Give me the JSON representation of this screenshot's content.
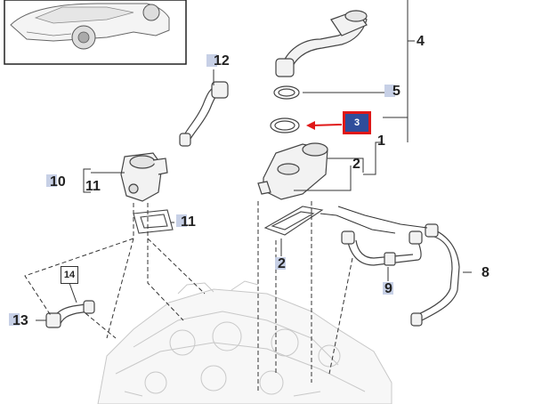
{
  "callouts": {
    "c1": "1",
    "c2a": "2",
    "c2b": "2",
    "c3": "3",
    "c4": "4",
    "c5": "5",
    "c8": "8",
    "c9": "9",
    "c10": "10",
    "c11a": "11",
    "c11b": "11",
    "c12": "12",
    "c13": "13",
    "c14": "14"
  },
  "colors": {
    "highlight_fill": "#2f4d9b",
    "highlight_border": "#e01818",
    "tag_fill": "#c7d0e6",
    "line": "#333333"
  }
}
